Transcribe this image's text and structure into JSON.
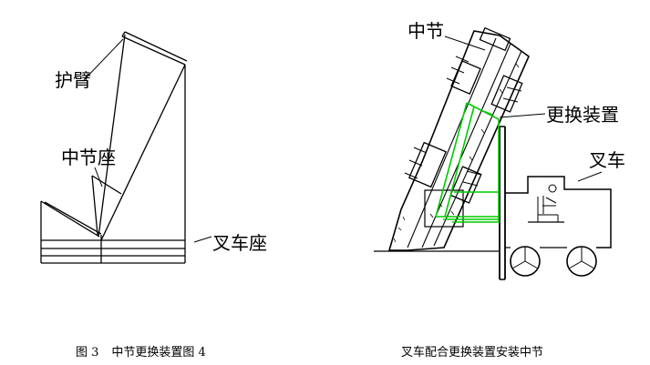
{
  "left_figure": {
    "labels": {
      "arm": "护臂",
      "middle_seat": "中节座",
      "fork_seat": "叉车座"
    },
    "caption_number": "图 3",
    "caption_text": "中节更换装置图 4"
  },
  "right_figure": {
    "labels": {
      "middle_section": "中节",
      "replacement_device": "更换装置",
      "forklift": "叉车"
    },
    "caption_text": "叉车配合更换装置安装中节"
  },
  "colors": {
    "line": "#000000",
    "device": "#00cc00",
    "background": "#ffffff"
  }
}
